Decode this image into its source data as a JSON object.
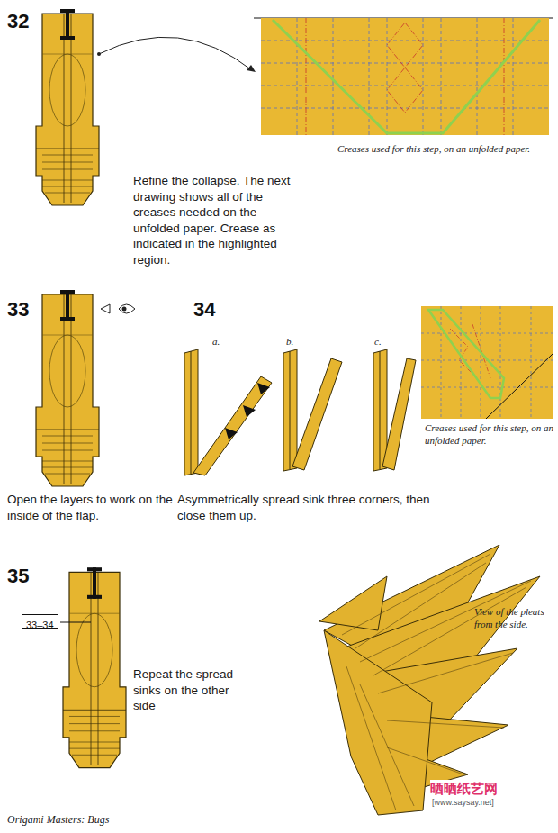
{
  "diagram": {
    "nodes": [
      {
        "text": [
          "33–34"
        ]
      }
    ],
    "labels": [
      "32",
      "Refine the collapse. The next drawing shows all of the creases needed on the unfolded paper. Crease as indicated in the highlighted region.",
      "Creases used for this step, on an unfolded paper.",
      "33",
      "Open the layers to work on the inside of the flap.",
      "34",
      "a.",
      "b.",
      "c.",
      "Creases used for this step, on an unfolded paper.",
      "Asymmetrically spread sink three corners, then close them up.",
      "35",
      "Repeat the spread sinks on the other side",
      "View of the pleats from the side.",
      "Origami Masters: Bugs",
      "晒晒纸艺网",
      "[www.saysay.net]"
    ]
  }
}
